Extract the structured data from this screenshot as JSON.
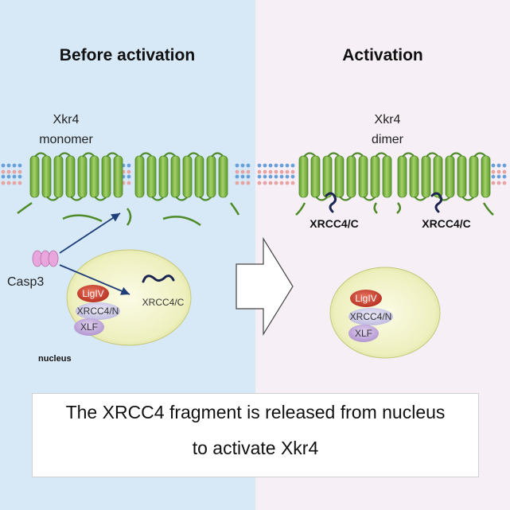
{
  "left": {
    "heading": "Before activation",
    "protein_label_line1": "Xkr4",
    "protein_label_line2": "monomer",
    "casp3_label": "Casp3",
    "nucleus_label": "nucleus",
    "nucleus_proteins": {
      "ligiv": "LigIV",
      "xrcc4n": "XRCC4/N",
      "xlf": "XLF",
      "xrcc4c": "XRCC4/C"
    }
  },
  "right": {
    "heading": "Activation",
    "protein_label_line1": "Xkr4",
    "protein_label_line2": "dimer",
    "fragment_label_1": "XRCC4/C",
    "fragment_label_2": "XRCC4/C",
    "nucleus_proteins": {
      "ligiv": "LigIV",
      "xrcc4n": "XRCC4/N",
      "xlf": "XLF"
    }
  },
  "caption": {
    "line1": "The XRCC4 fragment is released from nucleus",
    "line2": "to activate Xkr4"
  },
  "colors": {
    "left_background": "#d7e9f7",
    "right_background": "#f6eff6",
    "helix_green": "#7cb342",
    "nucleus_fill": "#eef0b8",
    "ligiv_red": "#c0392b",
    "xrcc4n_lavender": "#c9c6e6",
    "xlf_purple": "#bca3d6",
    "casp3_pink": "#e9a6dc"
  }
}
